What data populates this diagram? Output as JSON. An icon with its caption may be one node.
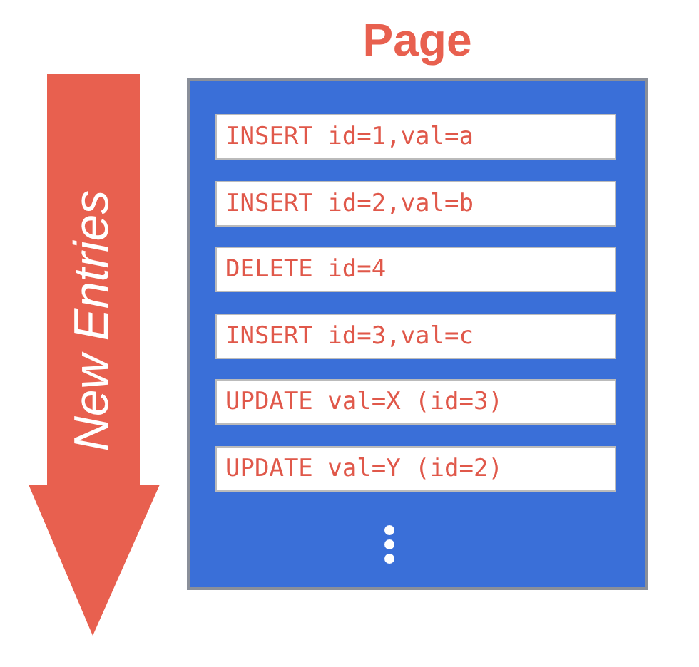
{
  "diagram": {
    "nodes": [
      {
        "text": [
          "Page"
        ]
      },
      {
        "text": [
          "INSERT id=1,val=a"
        ],
        "in": 0
      },
      {
        "text": [
          "INSERT id=2,val=b"
        ],
        "in": 0
      },
      {
        "text": [
          "DELETE id=4"
        ],
        "in": 0
      },
      {
        "text": [
          "INSERT id=3,val=c"
        ],
        "in": 0
      },
      {
        "text": [
          "UPDATE val=X (id=3)"
        ],
        "in": 0
      },
      {
        "text": [
          "UPDATE val=Y (id=2)"
        ],
        "in": 0
      }
    ],
    "labels": [
      "New Entries"
    ]
  }
}
